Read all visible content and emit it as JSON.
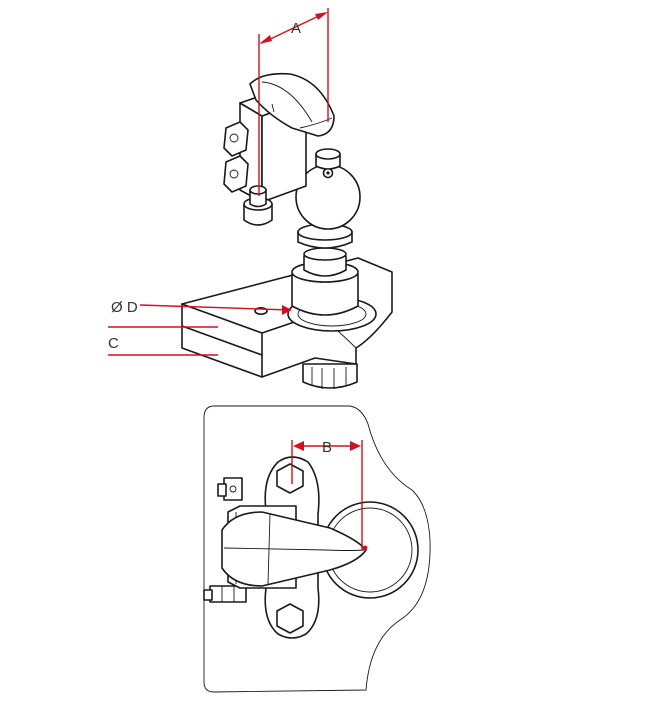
{
  "labels": {
    "a": "A",
    "b": "B",
    "c": "C",
    "d": "Ø D"
  },
  "colors": {
    "dimension": "#d0101e",
    "outline": "#1a1a1a",
    "background": "#ffffff"
  }
}
